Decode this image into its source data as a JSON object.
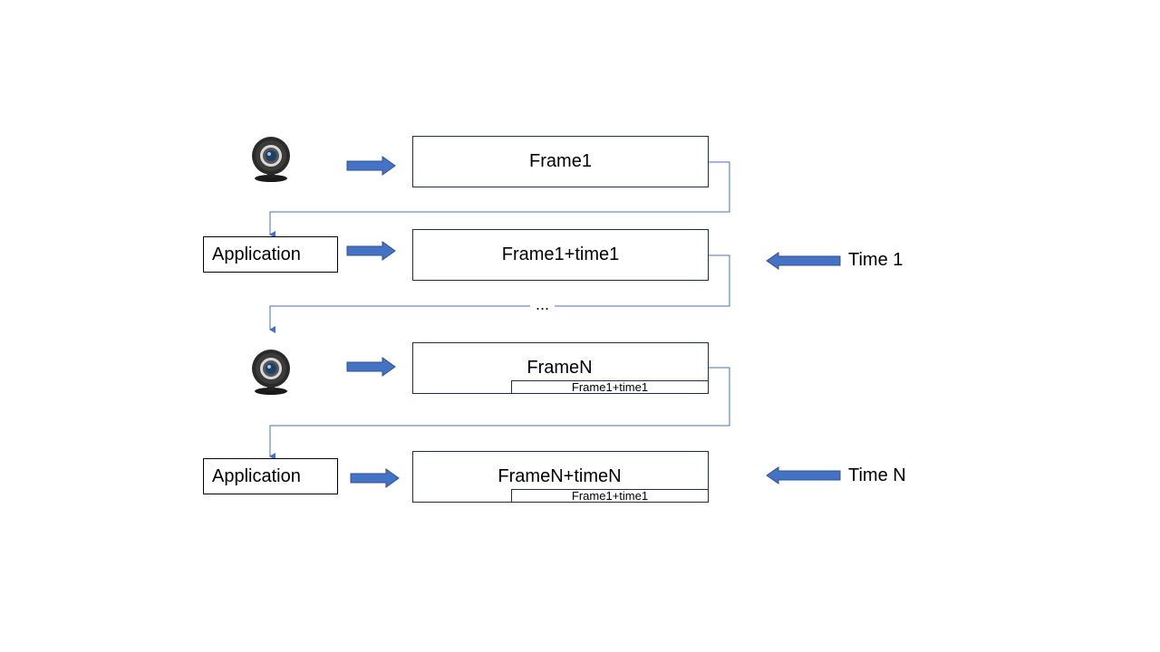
{
  "boxes": {
    "frame1": "Frame1",
    "frame1_time1": "Frame1+time1",
    "frameN": "FrameN",
    "frameN_sub": "Frame1+time1",
    "frameN_timeN": "FrameN+timeN",
    "frameN_timeN_sub": "Frame1+time1"
  },
  "apps": {
    "app1": "Application",
    "app2": "Application"
  },
  "time_labels": {
    "time1": "Time 1",
    "timeN": "Time N"
  },
  "ellipsis": "...",
  "icons": {
    "camera": "webcam-icon",
    "arrow": "block-arrow-icon"
  },
  "colors": {
    "arrow_fill": "#4472c4",
    "arrow_stroke": "#2f528f",
    "connector": "#4472c4",
    "box_border": "#1f2d4d"
  }
}
